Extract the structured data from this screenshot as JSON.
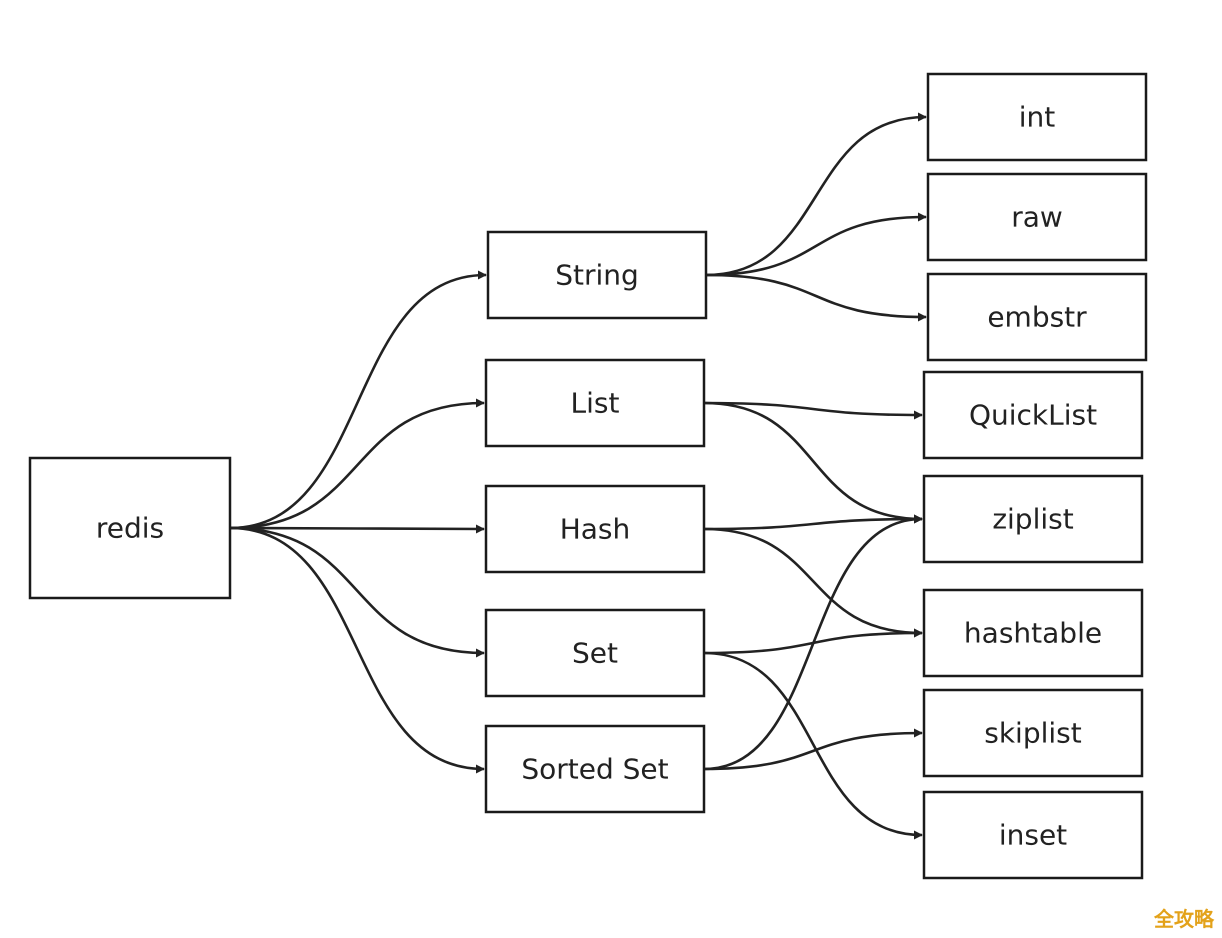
{
  "diagram": {
    "nodes": [
      {
        "id": "redis",
        "label": "redis"
      },
      {
        "id": "string",
        "label": "String"
      },
      {
        "id": "list",
        "label": "List"
      },
      {
        "id": "hash",
        "label": "Hash"
      },
      {
        "id": "set",
        "label": "Set"
      },
      {
        "id": "sortedset",
        "label": "Sorted Set"
      },
      {
        "id": "int",
        "label": "int"
      },
      {
        "id": "raw",
        "label": "raw"
      },
      {
        "id": "embstr",
        "label": "embstr"
      },
      {
        "id": "quicklist",
        "label": "QuickList"
      },
      {
        "id": "ziplist",
        "label": "ziplist"
      },
      {
        "id": "hashtable",
        "label": "hashtable"
      },
      {
        "id": "skiplist",
        "label": "skiplist"
      },
      {
        "id": "inset",
        "label": "inset"
      }
    ],
    "edges": [
      {
        "from": "redis",
        "to": "string"
      },
      {
        "from": "redis",
        "to": "list"
      },
      {
        "from": "redis",
        "to": "hash"
      },
      {
        "from": "redis",
        "to": "set"
      },
      {
        "from": "redis",
        "to": "sortedset"
      },
      {
        "from": "string",
        "to": "int"
      },
      {
        "from": "string",
        "to": "raw"
      },
      {
        "from": "string",
        "to": "embstr"
      },
      {
        "from": "list",
        "to": "quicklist"
      },
      {
        "from": "list",
        "to": "ziplist"
      },
      {
        "from": "hash",
        "to": "ziplist"
      },
      {
        "from": "hash",
        "to": "hashtable"
      },
      {
        "from": "set",
        "to": "hashtable"
      },
      {
        "from": "set",
        "to": "inset"
      },
      {
        "from": "sortedset",
        "to": "ziplist"
      },
      {
        "from": "sortedset",
        "to": "skiplist"
      }
    ]
  },
  "watermark": {
    "text": "全攻略"
  }
}
